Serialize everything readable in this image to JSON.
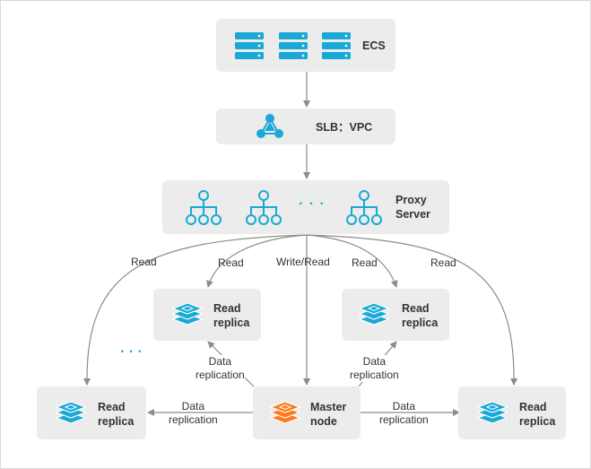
{
  "colors": {
    "accent": "#1aa9d6",
    "master": "#ff7a1a",
    "box": "#ececec",
    "line": "#8c8c8c"
  },
  "nodes": {
    "ecs": {
      "label": "ECS",
      "icon": "server-rack-icon"
    },
    "slb": {
      "label": "SLB：VPC",
      "icon": "load-balancer-icon"
    },
    "proxy": {
      "label_line1": "Proxy",
      "label_line2": "Server",
      "ellipsis": "· · ·",
      "icon": "proxy-hierarchy-icon"
    },
    "replica_top_left": {
      "line1": "Read",
      "line2": "replica",
      "icon": "redis-stack-icon"
    },
    "replica_top_right": {
      "line1": "Read",
      "line2": "replica",
      "icon": "redis-stack-icon"
    },
    "replica_bottom_left": {
      "line1": "Read",
      "line2": "replica",
      "icon": "redis-stack-icon"
    },
    "replica_bottom_right": {
      "line1": "Read",
      "line2": "replica",
      "icon": "redis-stack-icon"
    },
    "master": {
      "line1": "Master",
      "line2": "node",
      "icon": "redis-stack-icon"
    }
  },
  "ellipsis_replicas": "· · ·",
  "edges": {
    "read": "Read",
    "write_read": "Write/Read",
    "data_line1": "Data",
    "data_line2": "replication"
  }
}
